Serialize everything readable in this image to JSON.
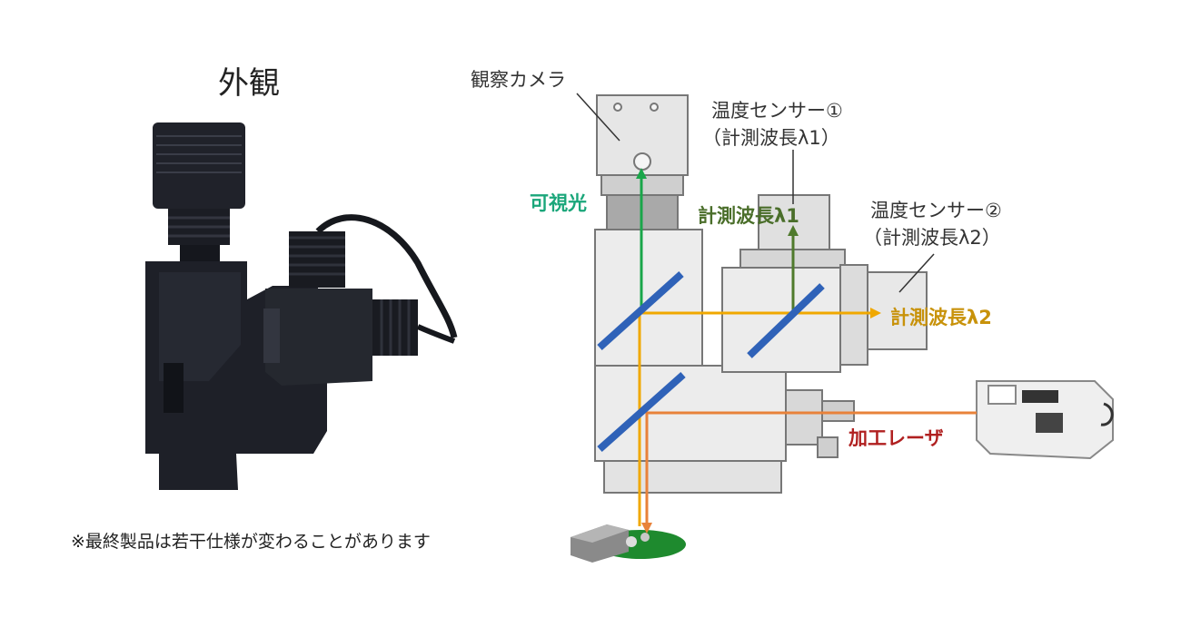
{
  "photo_title": "外観",
  "footnote": "※最終製品は若干仕様が変わることがあります",
  "labels": {
    "camera": "観察カメラ",
    "sensor1_name": "温度センサー①",
    "sensor1_wavelength": "（計測波長λ1）",
    "sensor2_name": "温度センサー②",
    "sensor2_wavelength": "（計測波長λ2）",
    "visible_light": "可視光",
    "beam_lambda1": "計測波長λ1",
    "beam_lambda2": "計測波長λ2",
    "processing_laser": "加工レーザ"
  },
  "colors": {
    "visible_light": "#1aa64a",
    "lambda1": "#4f7a2c",
    "lambda2": "#f0a800",
    "laser": "#e8823a",
    "mirror": "#2f62b8",
    "visible_text": "#1aa67a",
    "lambda1_text": "#4a6e2a",
    "lambda2_text": "#c8920a",
    "laser_text": "#b02020"
  }
}
